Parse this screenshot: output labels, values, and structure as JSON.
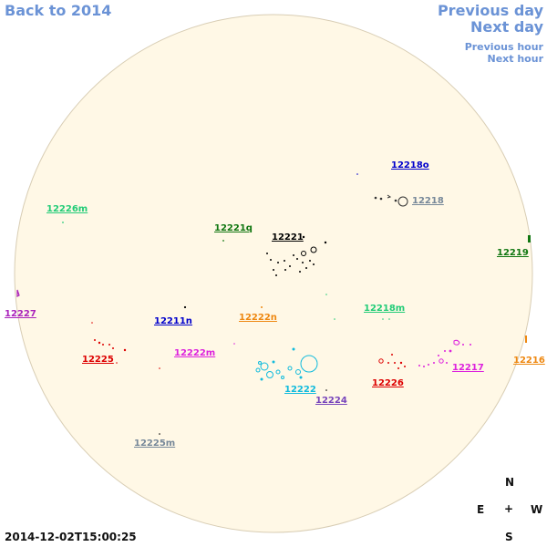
{
  "nav": {
    "back": "Back to 2014",
    "previous_day": "Previous day",
    "next_day": "Next day",
    "previous_hour": "Previous hour",
    "next_hour": "Next hour"
  },
  "timestamp": "2014-12-02T15:00:25",
  "compass": {
    "north": "N",
    "south": "S",
    "east": "E",
    "west": "W",
    "center": "+"
  },
  "colors": {
    "disk_fill": "#fff8e6",
    "disk_edge": "#d8cdb4",
    "link": "#6b93d6"
  },
  "regions": [
    {
      "id": "r12218o",
      "label": "12218o",
      "color": "#0000cc"
    },
    {
      "id": "r12218",
      "label": "12218",
      "color": "#778899"
    },
    {
      "id": "r12226m",
      "label": "12226m",
      "color": "#22cc77"
    },
    {
      "id": "r12221q",
      "label": "12221q",
      "color": "#117711"
    },
    {
      "id": "r12221",
      "label": "12221",
      "color": "#000000"
    },
    {
      "id": "r12219",
      "label": "12219",
      "color": "#117711"
    },
    {
      "id": "r12227",
      "label": "12227",
      "color": "#aa22bb"
    },
    {
      "id": "r12218m",
      "label": "12218m",
      "color": "#22cc77"
    },
    {
      "id": "r12211n",
      "label": "12211n",
      "color": "#0000cc"
    },
    {
      "id": "r12222n",
      "label": "12222n",
      "color": "#ee8811"
    },
    {
      "id": "r12222m",
      "label": "12222m",
      "color": "#dd22dd"
    },
    {
      "id": "r12225",
      "label": "12225",
      "color": "#dd0000"
    },
    {
      "id": "r12226",
      "label": "12226",
      "color": "#dd0000"
    },
    {
      "id": "r12217",
      "label": "12217",
      "color": "#dd22dd"
    },
    {
      "id": "r12216",
      "label": "12216",
      "color": "#ee8811"
    },
    {
      "id": "r12222",
      "label": "12222",
      "color": "#11bbdd"
    },
    {
      "id": "r12224",
      "label": "12224",
      "color": "#7744bb"
    },
    {
      "id": "r12225m",
      "label": "12225m",
      "color": "#778899"
    }
  ]
}
